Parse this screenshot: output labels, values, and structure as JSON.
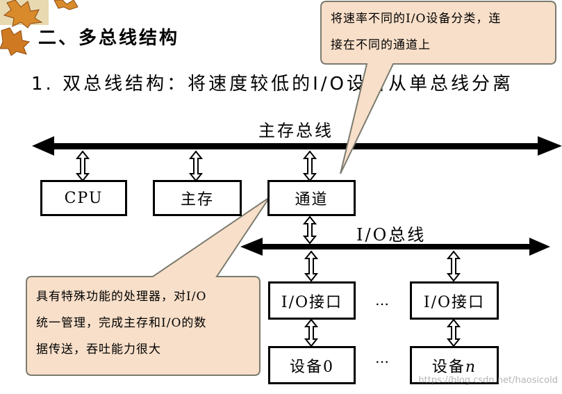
{
  "heading": "二、多总线结构",
  "subheading": "1. 双总线结构：将速度较低的I/O设备从单总线分离",
  "buses": {
    "main": "主存总线",
    "io": "I/O总线"
  },
  "boxes": {
    "cpu": "CPU",
    "memory": "主存",
    "channel": "通道",
    "io_interface_1": "I/O接口",
    "io_interface_2": "I/O接口",
    "device_0": "设备0",
    "device_n_prefix": "设备",
    "device_n_var": "n"
  },
  "ellipsis": "…",
  "callouts": {
    "top": [
      "将速率不同的I/O设备分类，连",
      "接在不同的通道上"
    ],
    "bottom": [
      "具有特殊功能的处理器，对I/O",
      "统一管理，完成主存和I/O的数",
      "据传送，吞吐能力很大"
    ]
  },
  "watermark": "https://blog.csdn.net/haosicold",
  "colors": {
    "callout_fill": "#f8dfc9",
    "callout_stroke": "#7a7a6e",
    "leaf_orange": "#d98a2b",
    "leaf_dark": "#8a4a12"
  }
}
